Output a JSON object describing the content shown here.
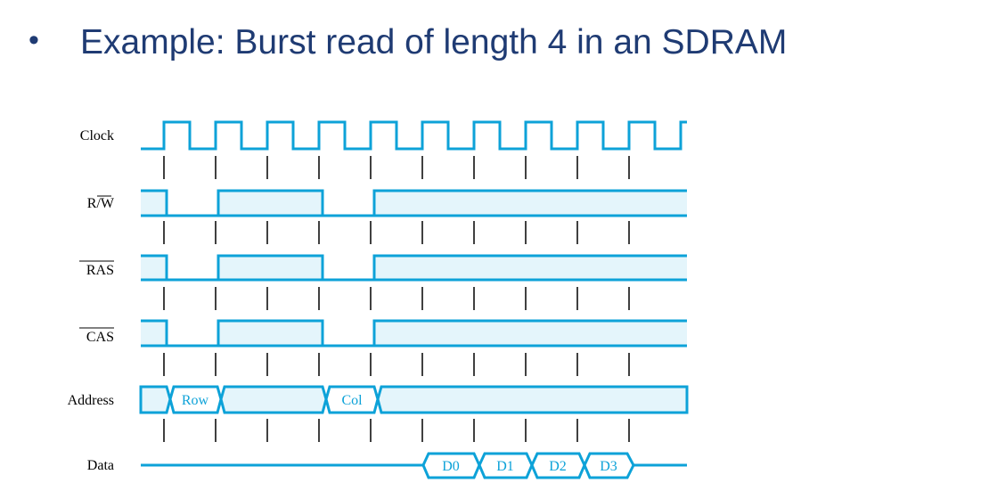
{
  "slide": {
    "bullet": "•",
    "title": "Example: Burst read of length 4 in an SDRAM"
  },
  "diagram": {
    "signals": {
      "clock": "Clock",
      "rw": "R/W",
      "ras": "RAS",
      "cas": "CAS",
      "address": "Address",
      "data": "Data"
    },
    "address_bus_labels": {
      "row": "Row",
      "col": "Col"
    },
    "data_bus_labels": [
      "D0",
      "D1",
      "D2",
      "D3"
    ],
    "colors": {
      "trace": "#0da2d8",
      "fill": "#e4f5fb",
      "text": "#000000"
    }
  }
}
